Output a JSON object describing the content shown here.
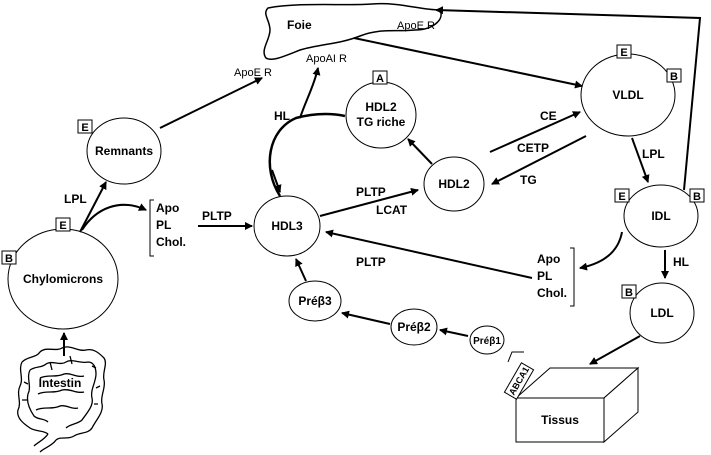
{
  "nodes": {
    "foie": "Foie",
    "remnants": "Remnants",
    "chylomicrons": "Chylomicrons",
    "intestin": "Intestin",
    "hdl2_tg_line1": "HDL2",
    "hdl2_tg_line2": "TG riche",
    "hdl2": "HDL2",
    "hdl3": "HDL3",
    "vldl": "VLDL",
    "idl": "IDL",
    "ldl": "LDL",
    "prebeta3": "Préβ3",
    "prebeta2": "Préβ2",
    "prebeta1": "Préβ1",
    "tissus": "Tissus"
  },
  "receptors": {
    "apoe_r_liver": "ApoE R",
    "apoe_r_left": "ApoE R",
    "apoai_r": "ApoAI R",
    "abca1": "ABCA1"
  },
  "apolipo_letters": {
    "a": "A",
    "b": "B",
    "e": "E"
  },
  "labels": {
    "lpl": "LPL",
    "hl": "HL",
    "pltp": "PLTP",
    "lcat": "LCAT",
    "ce": "CE",
    "cetp": "CETP",
    "tg": "TG"
  },
  "components": {
    "apo": "Apo",
    "pl": "PL",
    "chol": "Chol."
  }
}
